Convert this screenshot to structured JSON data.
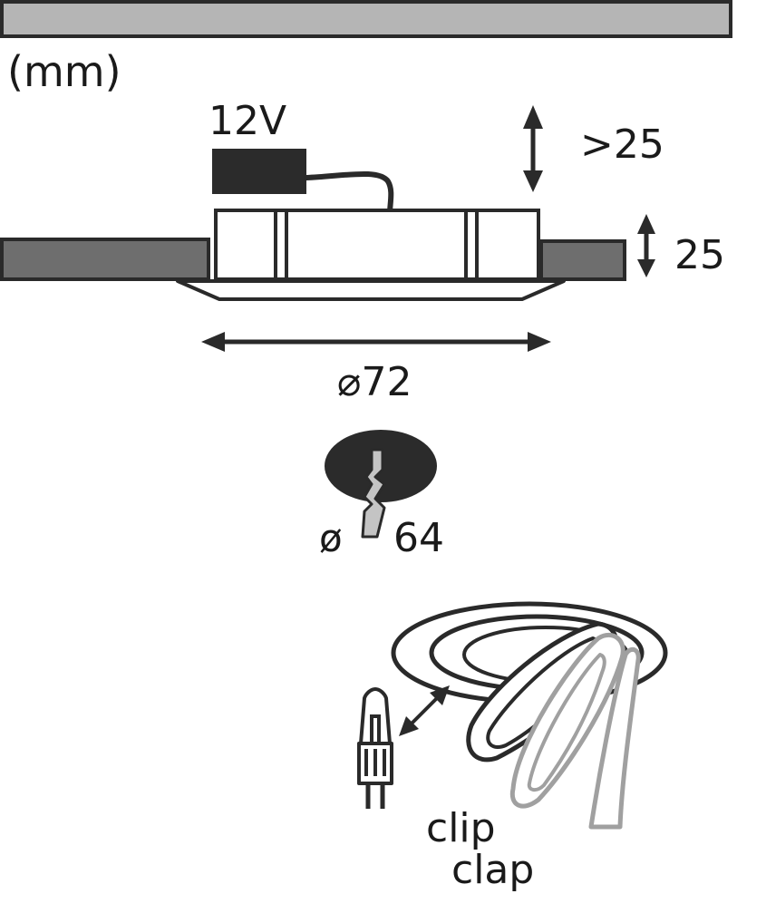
{
  "labels": {
    "unit": "(mm)",
    "voltage": "12V",
    "clearance": ">25",
    "height": "25",
    "diameter": "⌀72",
    "cutout_symbol": "ø",
    "cutout_value": "64",
    "clip_word_1": "clip",
    "clip_word_2": "clap"
  },
  "colors": {
    "outline": "#2a2a2a",
    "ceiling_fill": "#b5b5b5",
    "ceiling_panel": "#6e6e6e",
    "transformer_fill": "#2b2b2b",
    "hole_fill": "#2b2b2b",
    "drill_fill": "#c4c4c4",
    "ring_grey": "#a0a0a0"
  }
}
